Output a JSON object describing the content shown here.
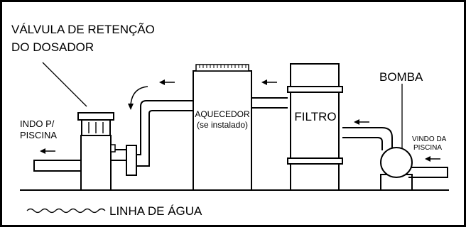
{
  "labels": {
    "check_valve_line1": "VÁLVULA DE RETENÇÃO",
    "check_valve_line2": "DO DOSADOR",
    "pump": "BOMBA",
    "to_pool_line1": "INDO P/",
    "to_pool_line2": "PISCINA",
    "heater_line1": "AQUECEDOR",
    "heater_line2": "(se instalado)",
    "filter": "FILTRO",
    "from_pool_line1": "VINDO DA",
    "from_pool_line2": "PISCINA",
    "water_line": "LINHA DE ÁGUA"
  },
  "colors": {
    "stroke": "#000000",
    "background": "#ffffff"
  }
}
